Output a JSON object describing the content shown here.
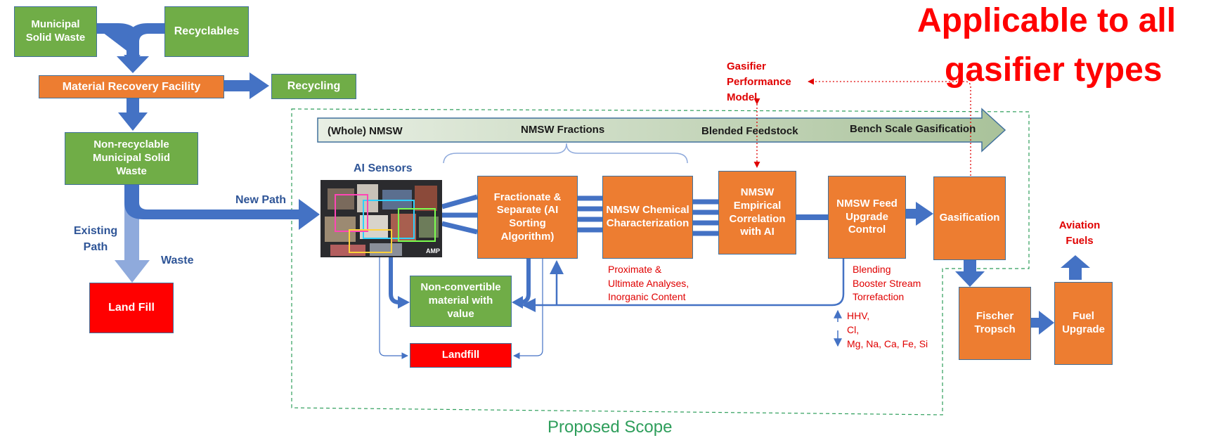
{
  "headline": {
    "line1": "Applicable to all",
    "line2": "gasifier types"
  },
  "scope_label": "Proposed Scope",
  "band": {
    "stage1": "(Whole) NMSW",
    "stage2": "NMSW Fractions",
    "stage3": "Blended Feedstock",
    "stage4": "Bench Scale Gasification"
  },
  "boxes": {
    "msw": "Municipal Solid Waste",
    "recyclables": "Recyclables",
    "mrf": "Material Recovery Facility",
    "recycling": "Recycling",
    "nonrecyclable": "Non-recyclable Municipal Solid Waste",
    "landfill_main": "Land Fill",
    "fractionate": "Fractionate & Separate (AI Sorting Algorithm)",
    "chem": "NMSW Chemical Characterization",
    "empirical": "NMSW Empirical Correlation with AI",
    "upgrade": "NMSW Feed Upgrade Control",
    "gasification": "Gasification",
    "nonconvertible": "Non-convertible material with value",
    "landfill_scope": "Landfill",
    "fischer": "Fischer Tropsch",
    "fuel_upgrade": "Fuel Upgrade"
  },
  "labels": {
    "ai_sensors": "AI Sensors",
    "new_path": "New Path",
    "existing_path": "Existing Path",
    "waste": "Waste",
    "gasifier_model": "Gasifier Performance Model",
    "aviation_fuels": "Aviation Fuels",
    "analyses": [
      "Proximate &",
      "Ultimate Analyses,",
      "Inorganic Content"
    ],
    "upgrade_methods": [
      "Blending",
      "Booster Stream",
      "Torrefaction"
    ],
    "increase_item": "HHV,",
    "mid_item": "Cl,",
    "decrease_item": "Mg, Na, Ca, Fe, Si",
    "photo_logo": "AMP"
  },
  "colors": {
    "green": "#70ad47",
    "orange": "#ed7d31",
    "red": "#ff0000",
    "arrow_blue": "#4472c4",
    "arrow_light": "#8faadc",
    "scope_green": "#2e9e5b",
    "headline_red": "#ff0000"
  }
}
